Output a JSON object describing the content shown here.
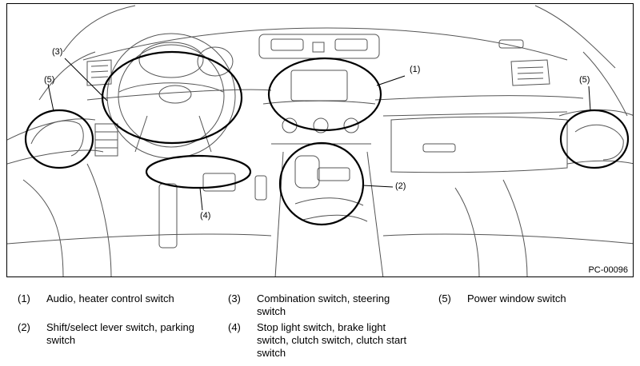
{
  "figure": {
    "code": "PC-00096",
    "callouts": [
      "(1)",
      "(2)",
      "(3)",
      "(4)",
      "(5)",
      "(5)"
    ]
  },
  "legend": [
    {
      "num": "(1)",
      "text": "Audio, heater control switch"
    },
    {
      "num": "(2)",
      "text": "Shift/select lever switch, parking switch"
    },
    {
      "num": "(3)",
      "text": "Combination switch, steering switch"
    },
    {
      "num": "(4)",
      "text": "Stop light switch, brake light switch, clutch switch, clutch start switch"
    },
    {
      "num": "(5)",
      "text": "Power window switch"
    }
  ]
}
